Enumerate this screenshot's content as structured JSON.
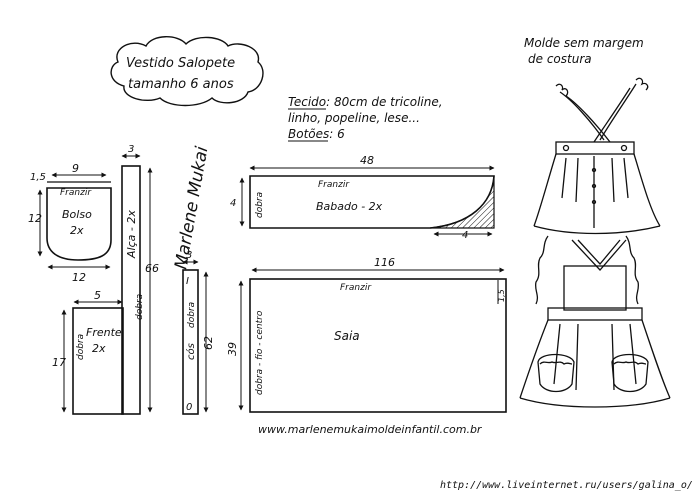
{
  "title": {
    "line1": "Vestido Salopete",
    "line2": "tamanho 6 anos"
  },
  "materials": {
    "line1": "Tecido: 80cm de tricoline,",
    "line2": "linho, popeline, lese...",
    "line3": "Botões: 6"
  },
  "illustration_note": {
    "line1": "Molde sem margem",
    "line2": "de costura"
  },
  "signature": "Marlene Mukai",
  "website": "www.marlenemukaimoldeinfantil.com.br",
  "watermark": "http://www.liveinternet.ru/users/galina_o/",
  "pieces": {
    "bolso": {
      "name": "Bolso",
      "count": "2x",
      "franzir": "Franzir",
      "top_a": "1,5",
      "top_b": "9",
      "height": "12",
      "width": "12"
    },
    "alca": {
      "label": "Alça - 2x",
      "top": "3",
      "length": "66",
      "fold": "dobra"
    },
    "frente": {
      "name": "Frente",
      "count": "2x",
      "top": "5",
      "height": "17",
      "fold": "dobra"
    },
    "cos": {
      "label": "cós",
      "top": "3",
      "length": "62",
      "mark_top": "I",
      "mark_bottom": "0",
      "fold": "dobra"
    },
    "babado": {
      "name": "Babado - 2x",
      "width": "48",
      "franzir": "Franzir",
      "fold": "dobra",
      "height": "4",
      "corner": "4"
    },
    "saia": {
      "name": "Saia",
      "width": "116",
      "franzir": "Franzir",
      "height": "39",
      "fold": "dobra - fio - centro",
      "side": "1,5"
    }
  }
}
